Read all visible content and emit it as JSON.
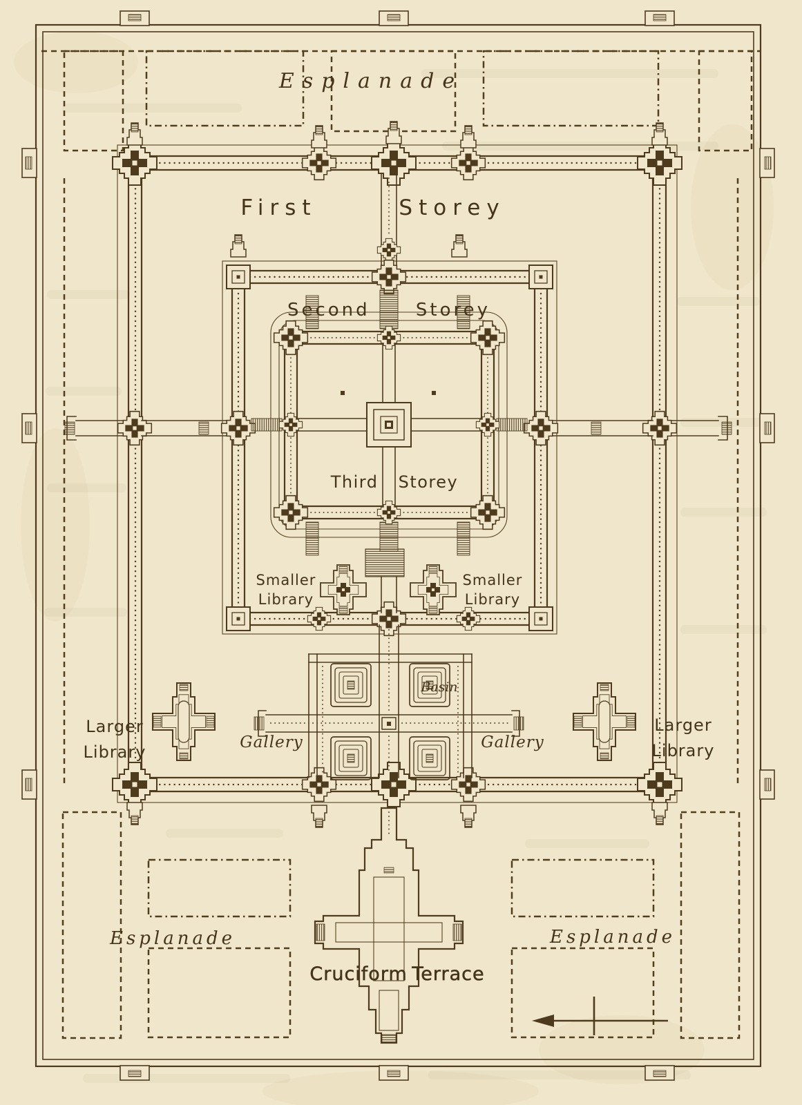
{
  "figure": {
    "type": "temple-ground-plan",
    "colors": {
      "paper": "#f0e6cb",
      "ink": "#4e3b1e"
    },
    "labels": {
      "esplanade_top": "Esplanade",
      "first_storey": "First Storey",
      "second_storey": "Second Storey",
      "third_storey": "Third Storey",
      "smaller_library_left": {
        "line1": "Smaller",
        "line2": "Library"
      },
      "smaller_library_right": {
        "line1": "Smaller",
        "line2": "Library"
      },
      "basin": "Basin",
      "gallery_left": "Gallery",
      "gallery_right": "Gallery",
      "larger_library_left": {
        "line1": "Larger",
        "line2": "Library"
      },
      "larger_library_right": {
        "line1": "Larger",
        "line2": "Library"
      },
      "esplanade_bottom_left": "Esplanade",
      "esplanade_bottom_right": "Esplanade",
      "cruciform_terrace": "Cruciform Terrace"
    },
    "icons": {
      "north_arrow": "arrow-pointing-left-crossed-by-tick"
    }
  }
}
